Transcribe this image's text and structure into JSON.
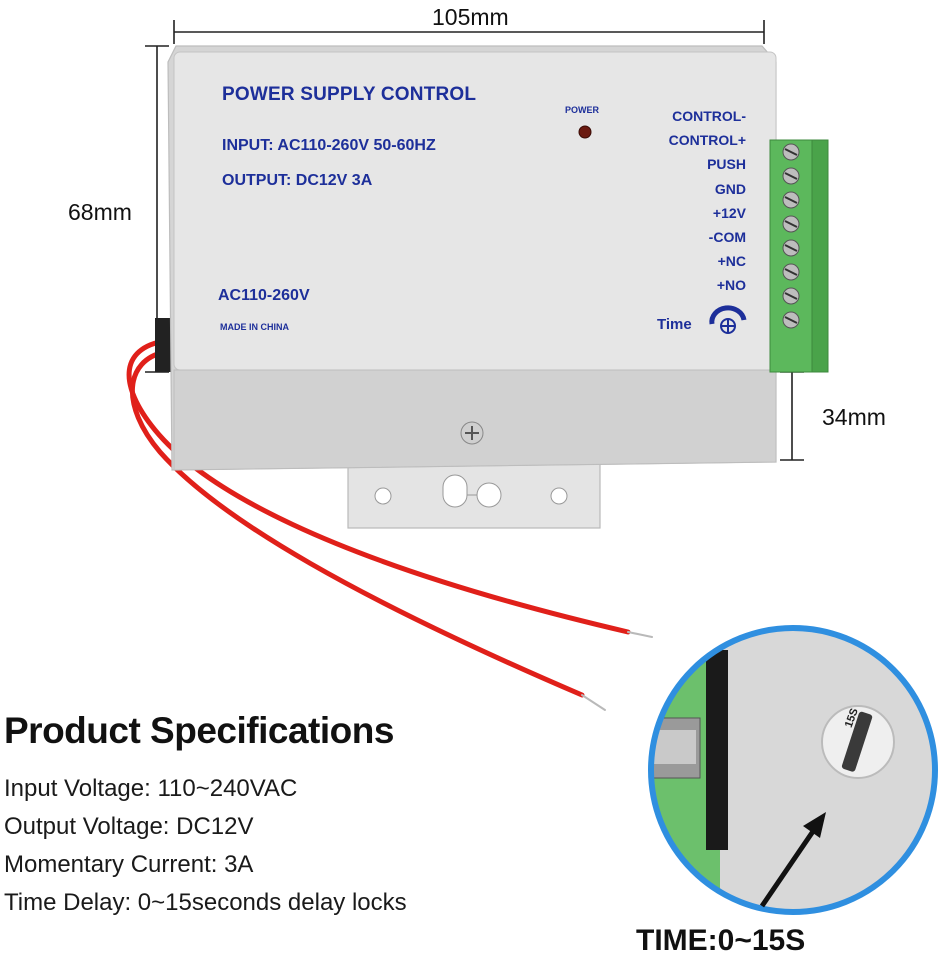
{
  "dimensions": {
    "width": "105mm",
    "height": "68mm",
    "depth": "34mm"
  },
  "device": {
    "title": "POWER SUPPLY CONTROL",
    "input_label": "INPUT: AC110-260V 50-60HZ",
    "output_label": "OUTPUT:  DC12V   3A",
    "ac_label": "AC110-260V",
    "made_in": "MADE IN CHINA",
    "led_label": "POWER",
    "time_label": "Time",
    "terminals": [
      "CONTROL-",
      "CONTROL+",
      "PUSH",
      "GND",
      "+12V",
      "-COM",
      "+NC",
      "+NO"
    ]
  },
  "specs": {
    "heading": "Product Specifications",
    "items": [
      "Input Voltage: 110~240VAC",
      "Output Voltage: DC12V",
      "Momentary Current: 3A",
      "Time Delay: 0~15seconds delay locks"
    ]
  },
  "zoom": {
    "dial_text": "15S",
    "caption": "TIME:0~15S"
  },
  "colors": {
    "case": "#e2e2e2",
    "case_side": "#cfcfcf",
    "print_blue": "#1d2f9a",
    "terminal_green": "#5cb85c",
    "wire_red": "#e0201a",
    "zoom_ring": "#2f8fe0"
  }
}
